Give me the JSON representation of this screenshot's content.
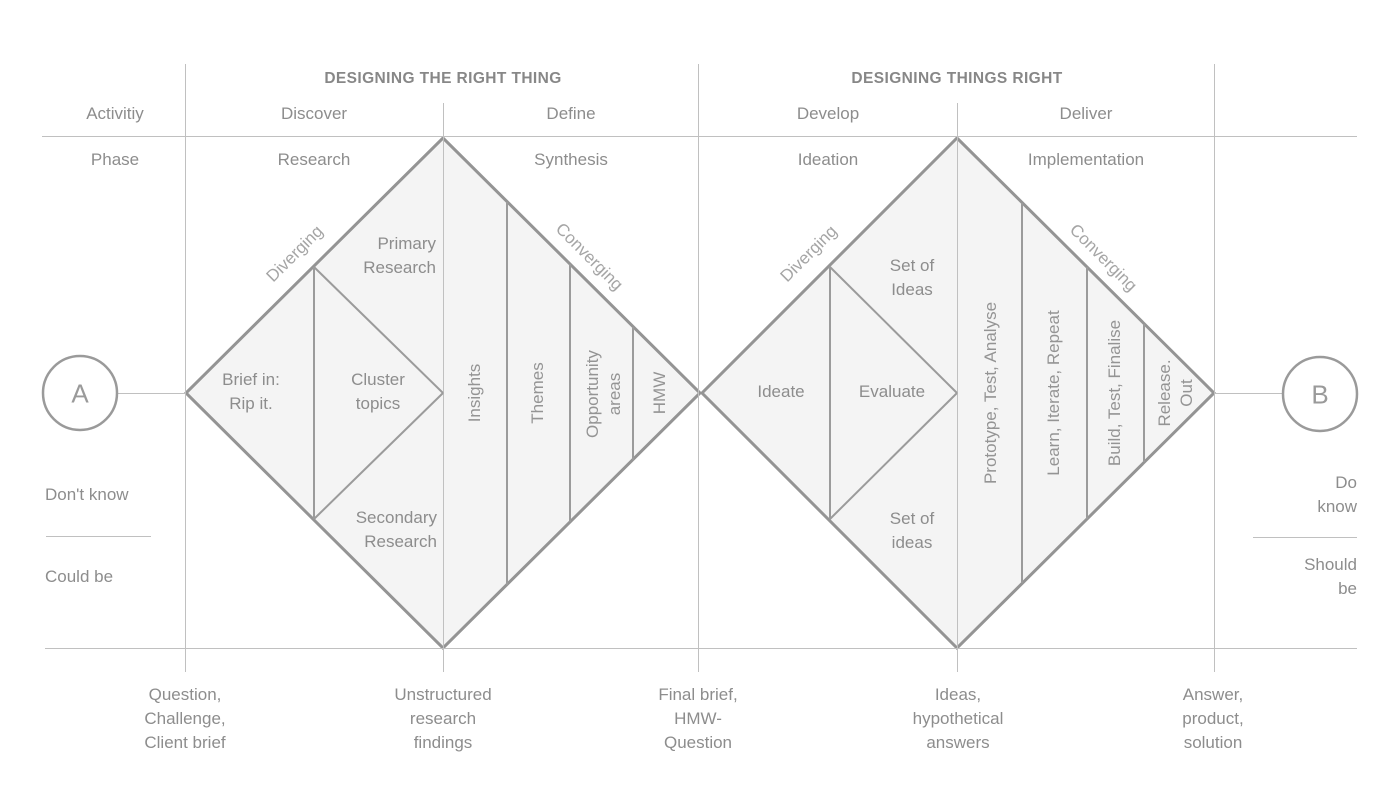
{
  "colors": {
    "diamond_fill": "#f4f4f4",
    "diamond_stroke": "#949494",
    "inner_line": "#9b9b9b",
    "grid_line": "#c0c0c0",
    "text": "#8d8d8d",
    "text_light": "#a5a5a5"
  },
  "header": {
    "left_title": "DESIGNING THE RIGHT THING",
    "right_title": "DESIGNING THINGS RIGHT",
    "activity_label": "Activitiy",
    "phase_label": "Phase",
    "activities": [
      "Discover",
      "Define",
      "Develop",
      "Deliver"
    ],
    "phases": [
      "Research",
      "Synthesis",
      "Ideation",
      "Implementation"
    ]
  },
  "endpoints": {
    "start": {
      "letter": "A",
      "knowledge": "Don't know",
      "state": "Could be"
    },
    "end": {
      "letter": "B",
      "knowledge": "Do know",
      "state": "Should be"
    }
  },
  "diamond1": {
    "diverging": "Diverging",
    "converging": "Converging",
    "brief": "Brief in:\nRip it.",
    "cluster": "Cluster\ntopics",
    "primary": "Primary\nResearch",
    "secondary": "Secondary\nResearch",
    "bands": [
      "Insights",
      "Themes",
      "Opportunity\nareas",
      "HMW"
    ]
  },
  "diamond2": {
    "diverging": "Diverging",
    "converging": "Converging",
    "ideate": "Ideate",
    "evaluate": "Evaluate",
    "set_of_ideas_top": "Set of\nIdeas",
    "set_of_ideas_bottom": "Set of\nideas",
    "bands": [
      "Prototype, Test, Analyse",
      "Learn, Iterate, Repeat",
      "Build, Test, Finalise",
      "Release.\nOut"
    ]
  },
  "milestones": [
    "Question,\nChallenge,\nClient brief",
    "Unstructured\nresearch\nfindings",
    "Final brief,\nHMW-\nQuestion",
    "Ideas,\nhypothetical\nanswers",
    "Answer,\nproduct,\nsolution"
  ]
}
